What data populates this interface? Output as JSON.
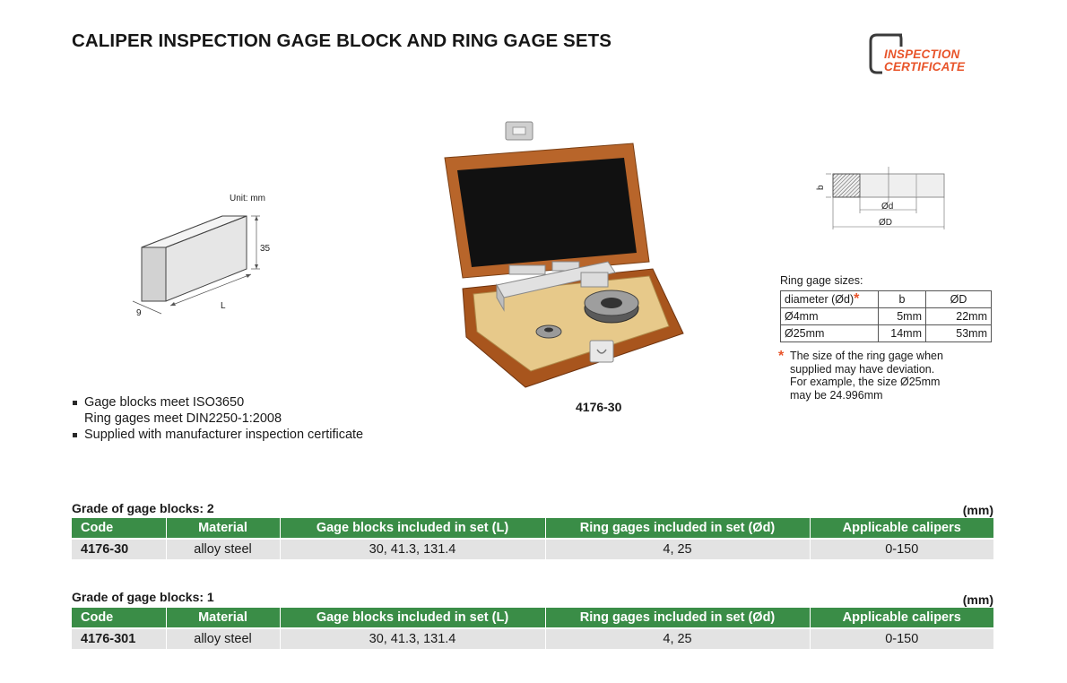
{
  "header": {
    "title": "CALIPER INSPECTION GAGE BLOCK AND RING GAGE SETS",
    "badge_line1": "INSPECTION",
    "badge_line2": "CERTIFICATE"
  },
  "block_drawing": {
    "unit": "Unit: mm",
    "height_label": "35",
    "length_label": "L",
    "width_label": "9"
  },
  "product": {
    "caption": "4176-30"
  },
  "ring_drawing": {
    "b_label": "b",
    "d_label": "Ød",
    "D_label": "ØD"
  },
  "ring_sizes": {
    "label": "Ring gage sizes:",
    "headers": [
      "diameter (Ød)",
      "b",
      "ØD"
    ],
    "rows": [
      [
        "Ø4mm",
        "5mm",
        "22mm"
      ],
      [
        "Ø25mm",
        "14mm",
        "53mm"
      ]
    ],
    "note_lines": [
      "The size of the ring gage when",
      "supplied may have deviation.",
      "For example, the size Ø25mm",
      "may be 24.996mm"
    ]
  },
  "features": [
    "Gage blocks meet ISO3650",
    "Ring gages meet DIN2250-1:2008",
    "Supplied with manufacturer inspection certificate"
  ],
  "tables": [
    {
      "grade": "Grade of gage blocks: 2",
      "unit": "(mm)",
      "headers": [
        "Code",
        "Material",
        "Gage blocks included in set (L)",
        "Ring gages included in set (Ød)",
        "Applicable calipers"
      ],
      "row": [
        "4176-30",
        "alloy steel",
        "30, 41.3, 131.4",
        "4, 25",
        "0-150"
      ]
    },
    {
      "grade": "Grade of gage blocks: 1",
      "unit": "(mm)",
      "headers": [
        "Code",
        "Material",
        "Gage blocks included in set (L)",
        "Ring gages included in set (Ød)",
        "Applicable calipers"
      ],
      "row": [
        "4176-301",
        "alloy steel",
        "30, 41.3, 131.4",
        "4, 25",
        "0-150"
      ]
    }
  ],
  "colors": {
    "header_green": "#3a8d47",
    "row_gray": "#e3e3e3",
    "accent_orange": "#e8542a",
    "case_wood": "#b8652a"
  }
}
